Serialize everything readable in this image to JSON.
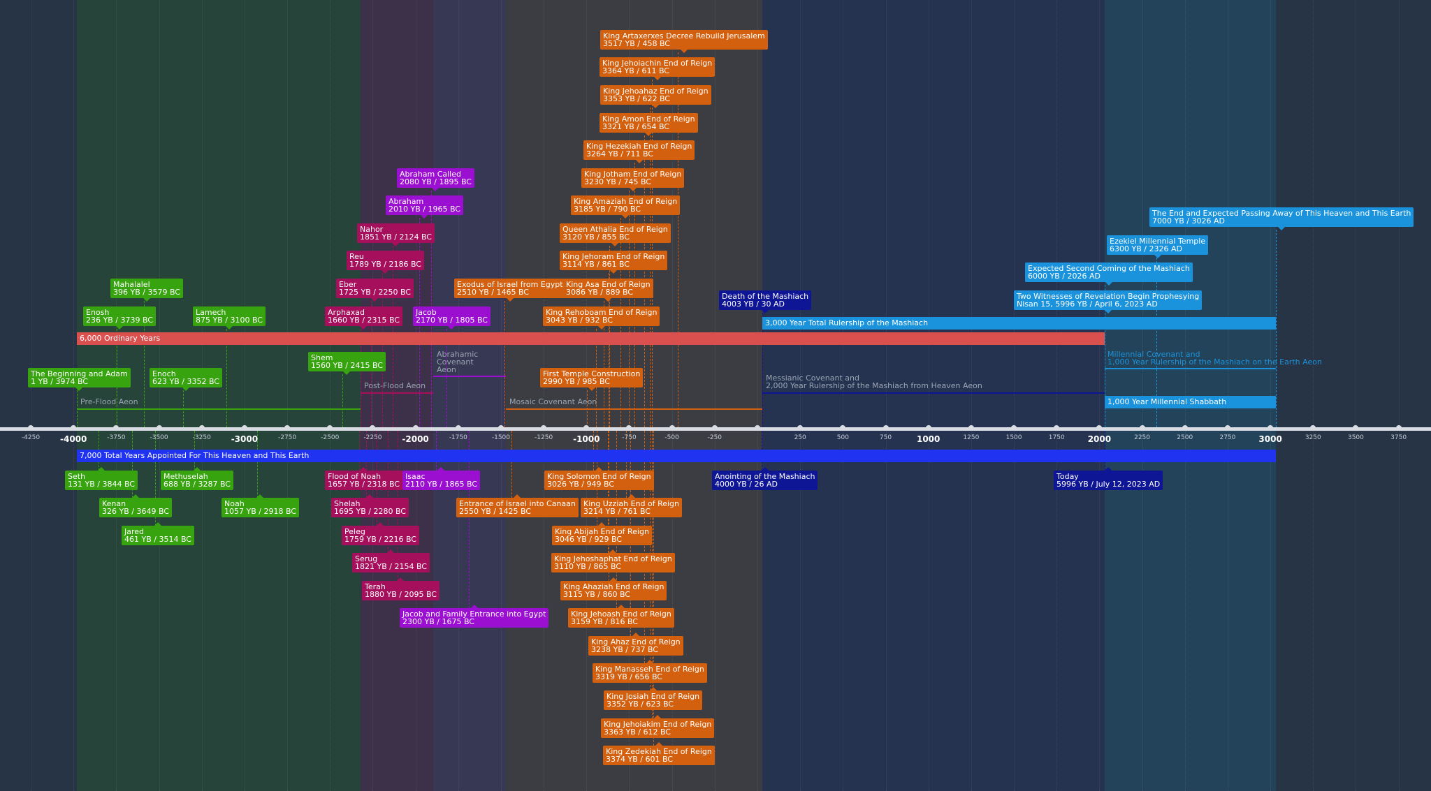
{
  "colors": {
    "pre_flood": "#36a30f",
    "post_flood": "#a60f5c",
    "abrahamic": "#9b0fd0",
    "mosaic": "#d3600f",
    "messianic": "#0f1696",
    "millennial": "#1a93dc",
    "ordinary": "#d9504f",
    "total": "#1f33f0"
  },
  "axis": {
    "ticks": [
      "-4250",
      "-4000",
      "-3750",
      "-3500",
      "-3250",
      "-3000",
      "-2750",
      "-2500",
      "-2250",
      "-2000",
      "-1750",
      "-1500",
      "-1250",
      "-1000",
      "-750",
      "-500",
      "-250",
      "",
      "250",
      "500",
      "750",
      "1000",
      "1250",
      "1500",
      "1750",
      "2000",
      "2250",
      "2500",
      "2750",
      "3000",
      "3250",
      "3500",
      "3750"
    ],
    "major": [
      "-4000",
      "-3000",
      "-2000",
      "-1000",
      "1000",
      "2000",
      "3000"
    ]
  },
  "bars": {
    "ordinary": "6,000 Ordinary Years",
    "mashiach": "3,000 Year Total Rulership of the Mashiach",
    "shabbath": "1,000  Year Millennial Shabbath",
    "total": "7,000 Total Years Appointed For This Heaven and This Earth"
  },
  "aeons": {
    "pre_flood": "Pre-Flood Aeon",
    "post_flood": "Post-Flood Aeon",
    "abrahamic_1": "Abrahamic",
    "abrahamic_2": "Covenant",
    "abrahamic_3": "Aeon",
    "mosaic": "Mosaic Covenant Aeon",
    "messianic_1": "Messianic Covenant and",
    "messianic_2": "2,000 Year Rulership of the Mashiach from Heaven Aeon",
    "millennial_1": "Millennial Covenant and",
    "millennial_2": "1,000 Year Rulership of the Mashiach on the Earth Aeon"
  },
  "events": [
    {
      "id": "beginning",
      "title": "The Beginning and Adam",
      "date": "1 YB / 3974 BC",
      "era": "pre_flood",
      "side": "up"
    },
    {
      "id": "seth",
      "title": "Seth",
      "date": "131 YB / 3844 BC",
      "era": "pre_flood",
      "side": "down"
    },
    {
      "id": "enosh",
      "title": "Enosh",
      "date": "236 YB / 3739 BC",
      "era": "pre_flood",
      "side": "up"
    },
    {
      "id": "kenan",
      "title": "Kenan",
      "date": "326 YB / 3649 BC",
      "era": "pre_flood",
      "side": "down"
    },
    {
      "id": "mahalalel",
      "title": "Mahalalel",
      "date": "396 YB / 3579 BC",
      "era": "pre_flood",
      "side": "up"
    },
    {
      "id": "jared",
      "title": "Jared",
      "date": "461 YB / 3514 BC",
      "era": "pre_flood",
      "side": "down"
    },
    {
      "id": "enoch",
      "title": "Enoch",
      "date": "623 YB / 3352 BC",
      "era": "pre_flood",
      "side": "up"
    },
    {
      "id": "methuselah",
      "title": "Methuselah",
      "date": "688 YB / 3287 BC",
      "era": "pre_flood",
      "side": "down"
    },
    {
      "id": "lamech",
      "title": "Lamech",
      "date": "875 YB / 3100 BC",
      "era": "pre_flood",
      "side": "up"
    },
    {
      "id": "noah",
      "title": "Noah",
      "date": "1057 YB / 2918 BC",
      "era": "pre_flood",
      "side": "down"
    },
    {
      "id": "shem",
      "title": "Shem",
      "date": "1560 YB / 2415 BC",
      "era": "pre_flood",
      "side": "up"
    },
    {
      "id": "flood",
      "title": "Flood of Noah",
      "date": "1657 YB / 2318 BC",
      "era": "post_flood",
      "side": "down"
    },
    {
      "id": "arphaxad",
      "title": "Arphaxad",
      "date": "1660 YB / 2315 BC",
      "era": "post_flood",
      "side": "up"
    },
    {
      "id": "shelah",
      "title": "Shelah",
      "date": "1695 YB / 2280 BC",
      "era": "post_flood",
      "side": "down"
    },
    {
      "id": "eber",
      "title": "Eber",
      "date": "1725 YB / 2250 BC",
      "era": "post_flood",
      "side": "up"
    },
    {
      "id": "peleg",
      "title": "Peleg",
      "date": "1759 YB / 2216 BC",
      "era": "post_flood",
      "side": "down"
    },
    {
      "id": "reu",
      "title": "Reu",
      "date": "1789 YB / 2186 BC",
      "era": "post_flood",
      "side": "up"
    },
    {
      "id": "serug",
      "title": "Serug",
      "date": "1821 YB / 2154 BC",
      "era": "post_flood",
      "side": "down"
    },
    {
      "id": "nahor",
      "title": "Nahor",
      "date": "1851 YB / 2124 BC",
      "era": "post_flood",
      "side": "up"
    },
    {
      "id": "terah",
      "title": "Terah",
      "date": "1880 YB / 2095 BC",
      "era": "post_flood",
      "side": "down"
    },
    {
      "id": "abraham",
      "title": "Abraham",
      "date": "2010 YB / 1965 BC",
      "era": "abrahamic",
      "side": "up"
    },
    {
      "id": "abraham_called",
      "title": "Abraham Called",
      "date": "2080 YB / 1895 BC",
      "era": "abrahamic",
      "side": "up"
    },
    {
      "id": "isaac",
      "title": "Isaac",
      "date": "2110 YB / 1865 BC",
      "era": "abrahamic",
      "side": "down"
    },
    {
      "id": "jacob",
      "title": "Jacob",
      "date": "2170 YB / 1805 BC",
      "era": "abrahamic",
      "side": "up"
    },
    {
      "id": "jacob_egypt",
      "title": "Jacob and Family Entrance into Egypt",
      "date": "2300 YB / 1675 BC",
      "era": "abrahamic",
      "side": "down"
    },
    {
      "id": "exodus",
      "title": "Exodus of Israel from Egypt",
      "date": "2510 YB / 1465 BC",
      "era": "mosaic",
      "side": "up"
    },
    {
      "id": "canaan",
      "title": "Entrance of Israel into Canaan",
      "date": "2550 YB / 1425 BC",
      "era": "mosaic",
      "side": "down"
    },
    {
      "id": "first_temple",
      "title": "First Temple Construction",
      "date": "2990 YB / 985 BC",
      "era": "mosaic",
      "side": "up"
    },
    {
      "id": "solomon",
      "title": "King Solomon End of Reign",
      "date": "3026 YB / 949 BC",
      "era": "mosaic",
      "side": "down"
    },
    {
      "id": "rehoboam",
      "title": "King Rehoboam End of Reign",
      "date": "3043 YB / 932 BC",
      "era": "mosaic",
      "side": "up"
    },
    {
      "id": "abijah",
      "title": "King Abijah End of Reign",
      "date": "3046 YB / 929 BC",
      "era": "mosaic",
      "side": "down"
    },
    {
      "id": "asa",
      "title": "King Asa End of Reign",
      "date": "3086 YB / 889 BC",
      "era": "mosaic",
      "side": "up"
    },
    {
      "id": "jehoshaphat",
      "title": "King Jehoshaphat End of Reign",
      "date": "3110 YB / 865 BC",
      "era": "mosaic",
      "side": "down"
    },
    {
      "id": "jehoram",
      "title": "King Jehoram End of Reign",
      "date": "3114 YB / 861 BC",
      "era": "mosaic",
      "side": "up"
    },
    {
      "id": "ahaziah",
      "title": "King Ahaziah End of Reign",
      "date": "3115 YB / 860 BC",
      "era": "mosaic",
      "side": "down"
    },
    {
      "id": "athalia",
      "title": "Queen Athalia End of Reign",
      "date": "3120 YB / 855 BC",
      "era": "mosaic",
      "side": "up"
    },
    {
      "id": "jehoash",
      "title": "King Jehoash End of Reign",
      "date": "3159 YB / 816 BC",
      "era": "mosaic",
      "side": "down"
    },
    {
      "id": "amaziah",
      "title": "King Amaziah End of Reign",
      "date": "3185 YB / 790 BC",
      "era": "mosaic",
      "side": "up"
    },
    {
      "id": "uzziah",
      "title": "King Uzziah End of Reign",
      "date": "3214 YB / 761 BC",
      "era": "mosaic",
      "side": "down"
    },
    {
      "id": "jotham",
      "title": "King Jotham End of Reign",
      "date": "3230 YB / 745 BC",
      "era": "mosaic",
      "side": "up"
    },
    {
      "id": "ahaz",
      "title": "King Ahaz End of Reign",
      "date": "3238 YB / 737 BC",
      "era": "mosaic",
      "side": "down"
    },
    {
      "id": "hezekiah",
      "title": "King Hezekiah End of Reign",
      "date": "3264 YB / 711 BC",
      "era": "mosaic",
      "side": "up"
    },
    {
      "id": "manasseh",
      "title": "King Manasseh End of Reign",
      "date": "3319 YB / 656 BC",
      "era": "mosaic",
      "side": "down"
    },
    {
      "id": "amon",
      "title": "King Amon End of Reign",
      "date": "3321 YB / 654 BC",
      "era": "mosaic",
      "side": "up"
    },
    {
      "id": "josiah",
      "title": "King Josiah End of Reign",
      "date": "3352 YB / 623 BC",
      "era": "mosaic",
      "side": "down"
    },
    {
      "id": "jehoahaz",
      "title": "King Jehoahaz End of Reign",
      "date": "3353 YB / 622 BC",
      "era": "mosaic",
      "side": "up"
    },
    {
      "id": "jehoiakim",
      "title": "King Jehoiakim End of Reign",
      "date": "3363 YB / 612 BC",
      "era": "mosaic",
      "side": "down"
    },
    {
      "id": "jehoiachin",
      "title": "King Jehoiachin End of Reign",
      "date": "3364 YB / 611 BC",
      "era": "mosaic",
      "side": "up"
    },
    {
      "id": "zedekiah",
      "title": "King Zedekiah End of Reign",
      "date": "3374 YB / 601 BC",
      "era": "mosaic",
      "side": "down"
    },
    {
      "id": "artaxerxes",
      "title": "King Artaxerxes Decree Rebuild Jerusalem",
      "date": "3517 YB / 458 BC",
      "era": "mosaic",
      "side": "up"
    },
    {
      "id": "anointing",
      "title": "Anointing of the Mashiach",
      "date": "4000 YB / 26 AD",
      "era": "messianic",
      "side": "down"
    },
    {
      "id": "death",
      "title": "Death of the Mashiach",
      "date": "4003 YB / 30 AD",
      "era": "messianic",
      "side": "up"
    },
    {
      "id": "today",
      "title": "Today",
      "date": "5996 YB / July 12, 2023 AD",
      "era": "messianic",
      "side": "down"
    },
    {
      "id": "two_witnesses",
      "title": "Two Witnesses of Revelation Begin Prophesying",
      "date": "Nisan 15, 5996 YB / April 6, 2023 AD",
      "era": "millennial",
      "side": "up"
    },
    {
      "id": "second_coming",
      "title": "Expected Second Coming of the Mashiach",
      "date": "6000 YB / 2026 AD",
      "era": "millennial",
      "side": "up"
    },
    {
      "id": "ezekiel_temple",
      "title": "Ezekiel Millennial Temple",
      "date": "6300 YB / 2326 AD",
      "era": "millennial",
      "side": "up"
    },
    {
      "id": "end",
      "title": "The End and Expected Passing Away of This Heaven and This Earth",
      "date": "7000 YB / 3026 AD",
      "era": "millennial",
      "side": "up"
    }
  ]
}
